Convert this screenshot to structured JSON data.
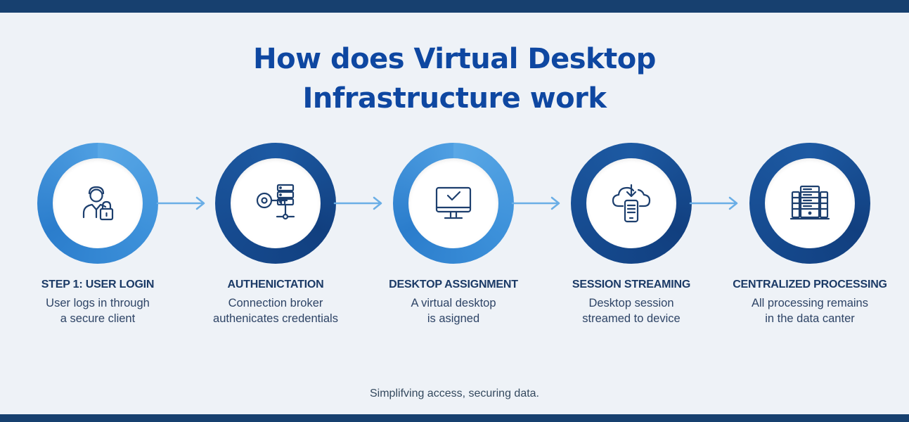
{
  "title": {
    "line1": "How does Virtual Desktop",
    "line2": "Infrastructure work"
  },
  "steps": [
    {
      "title": "STEP 1: USER LOGIN",
      "desc_line1": "User logs in through",
      "desc_line2": "a secure client",
      "icon": "user-lock-icon",
      "ring_color": "#3d91da"
    },
    {
      "title": "AUTHENICTATION",
      "desc_line1": "Connection broker",
      "desc_line2": "authenicates credentials",
      "icon": "key-server-icon",
      "ring_color": "#164b90"
    },
    {
      "title": "DESKTOP ASSIGNMENT",
      "desc_line1": "A virtual desktop",
      "desc_line2": "is asigned",
      "icon": "monitor-check-icon",
      "ring_color": "#3d91da"
    },
    {
      "title": "SESSION STREAMING",
      "desc_line1": "Desktop session",
      "desc_line2": "streamed to device",
      "icon": "cloud-phone-icon",
      "ring_color": "#164b90"
    },
    {
      "title": "CENTRALIZED PROCESSING",
      "desc_line1": "All processing remains",
      "desc_line2": "in the data canter",
      "icon": "server-rack-icon",
      "ring_color": "#164b90"
    }
  ],
  "tagline": "Simplifving access, securing data.",
  "colors": {
    "title": "#0e47a1",
    "bar": "#17406f",
    "arrow": "#6aaee6",
    "icon": "#1d3f6e"
  }
}
